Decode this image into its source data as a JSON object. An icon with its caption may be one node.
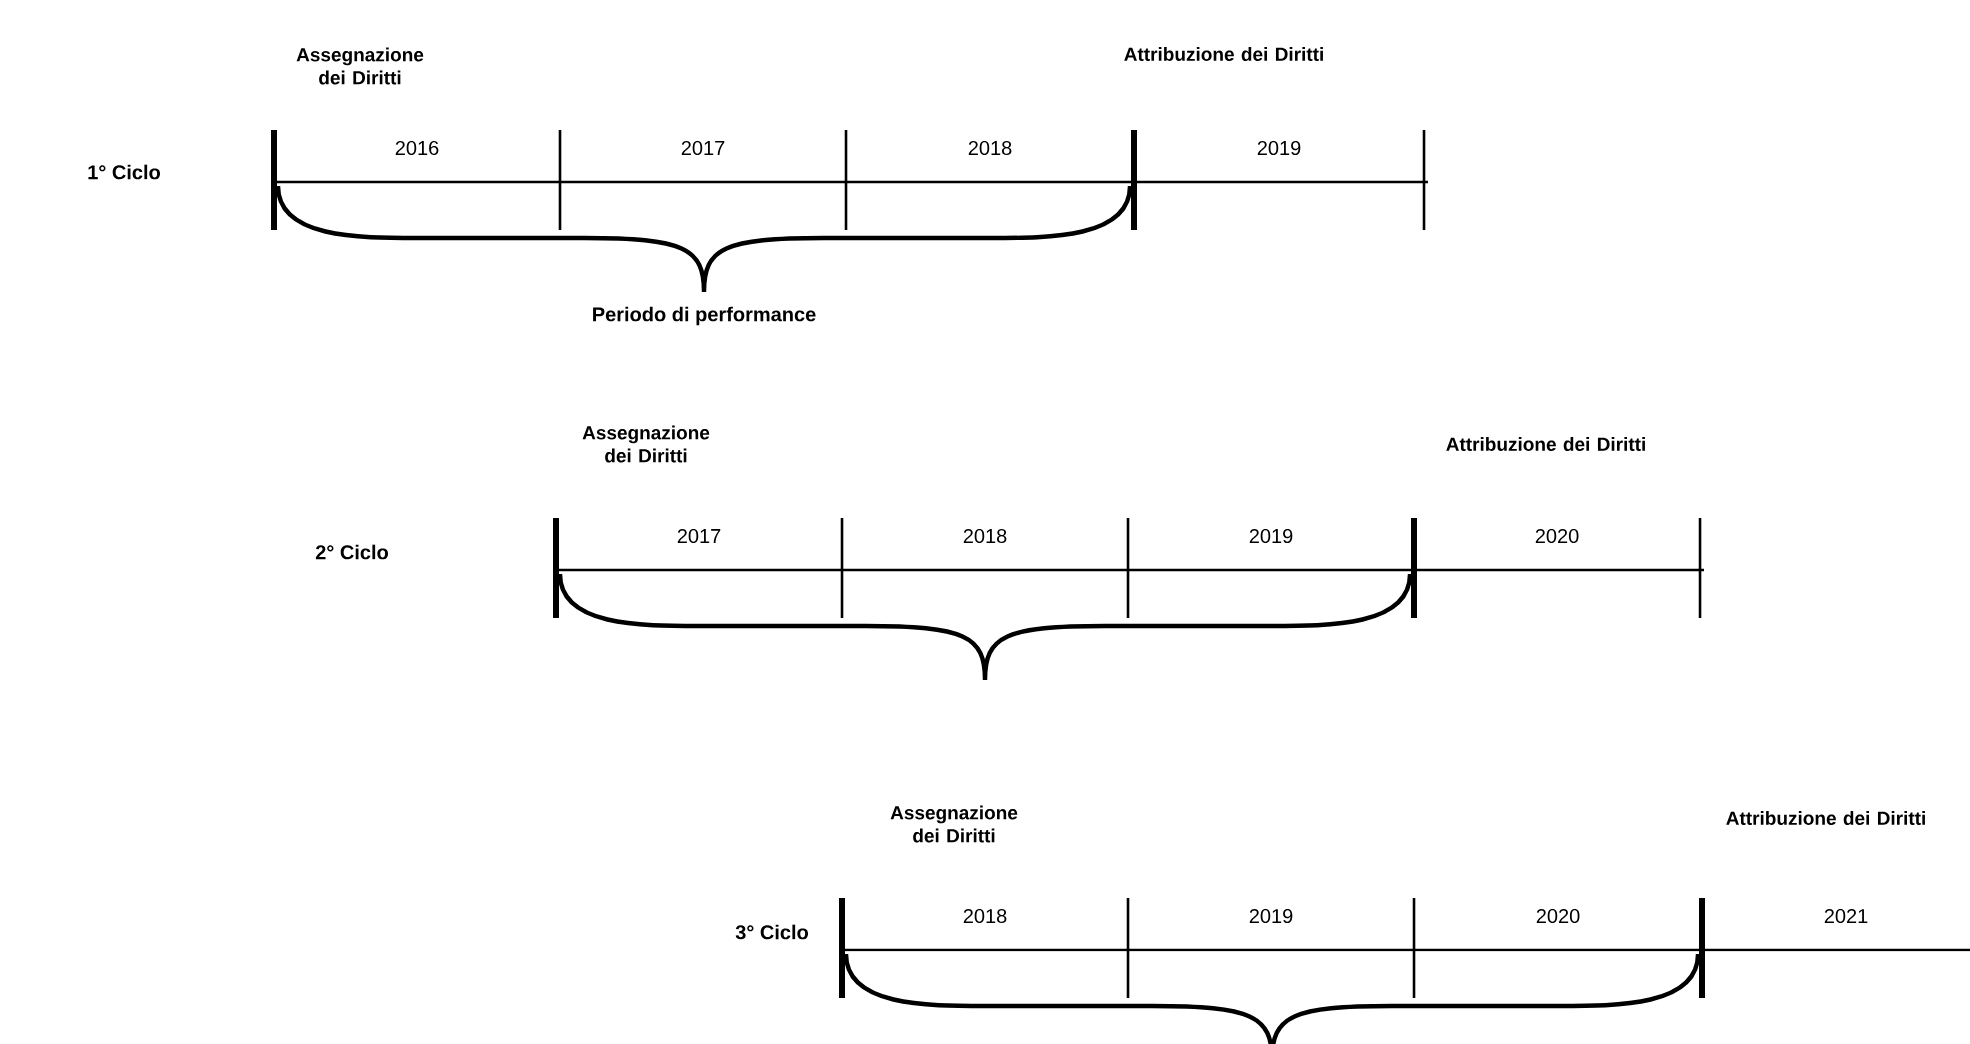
{
  "diagram": {
    "labels": [
      "Assegnazione dei Diritti",
      "Attribuzione dei Diritti",
      "1° Ciclo",
      "2016",
      "2017",
      "2018",
      "2019",
      "Periodo di performance",
      "Assegnazione dei Diritti",
      "Attribuzione dei Diritti",
      "2° Ciclo",
      "2017",
      "2018",
      "2019",
      "2020",
      "Assegnazione dei Diritti",
      "Attribuzione dei Diritti",
      "3° Ciclo",
      "2018",
      "2019",
      "2020",
      "2021"
    ]
  }
}
